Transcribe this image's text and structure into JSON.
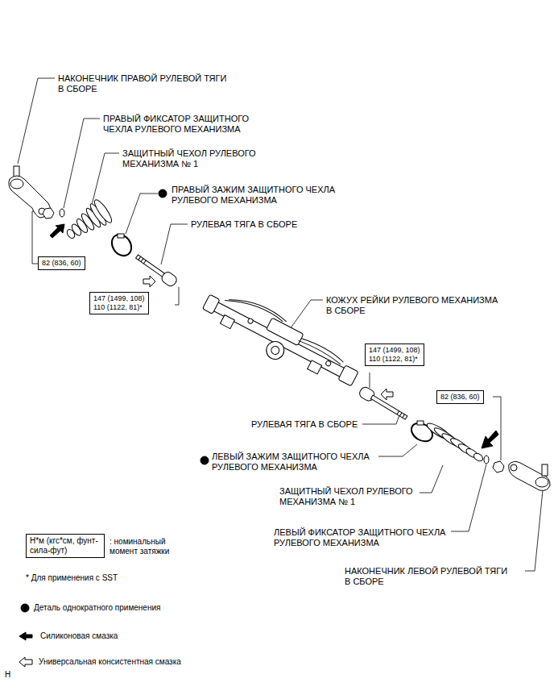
{
  "diagram": {
    "nodes": [
      {
        "text": [
          "82 (836, 60)"
        ]
      },
      {
        "text": [
          "147 (1499, 108)",
          "110 (1122, 81)*"
        ]
      },
      {
        "text": [
          "147 (1499, 108)",
          "110 (1122, 81)*"
        ]
      },
      {
        "text": [
          "82 (836, 60)"
        ]
      },
      {
        "text": [
          "Н*м (кгс*см, фунт-сила-фут)"
        ]
      }
    ],
    "labels": [
      "НАКОНЕЧНИК ПРАВОЙ РУЛЕВОЙ ТЯГИ В СБОРЕ",
      "ПРАВЫЙ ФИКСАТОР ЗАЩИТНОГО ЧЕХЛА РУЛЕВОГО МЕХАНИЗМА",
      "ЗАЩИТНЫЙ ЧЕХОЛ РУЛЕВОГО МЕХАНИЗМА № 1",
      "ПРАВЫЙ ЗАЖИМ ЗАЩИТНОГО ЧЕХЛА РУЛЕВОГО МЕХАНИЗМА",
      "РУЛЕВАЯ ТЯГА В СБОРЕ",
      "КОЖУХ РЕЙКИ РУЛЕВОГО МЕХАНИЗМА В СБОРЕ",
      "РУЛЕВАЯ ТЯГА В СБОРЕ",
      "ЛЕВЫЙ ЗАЖИМ ЗАЩИТНОГО ЧЕХЛА РУЛЕВОГО МЕХАНИЗМА",
      "ЗАЩИТНЫЙ ЧЕХОЛ РУЛЕВОГО МЕХАНИЗМА № 1",
      "ЛЕВЫЙ ФИКСАТОР ЗАЩИТНОГО ЧЕХЛА РУЛЕВОГО МЕХАНИЗМА",
      "НАКОНЕЧНИК ЛЕВОЙ РУЛЕВОЙ ТЯГИ В СБОРЕ",
      ": номинальный момент затяжки",
      "* Для применения с SST",
      "H"
    ],
    "legend": [
      {
        "text": "Деталь однократного применения"
      },
      {
        "text": "Силиконовая смазка"
      },
      {
        "text": "Универсальная консистентная смазка"
      }
    ]
  }
}
